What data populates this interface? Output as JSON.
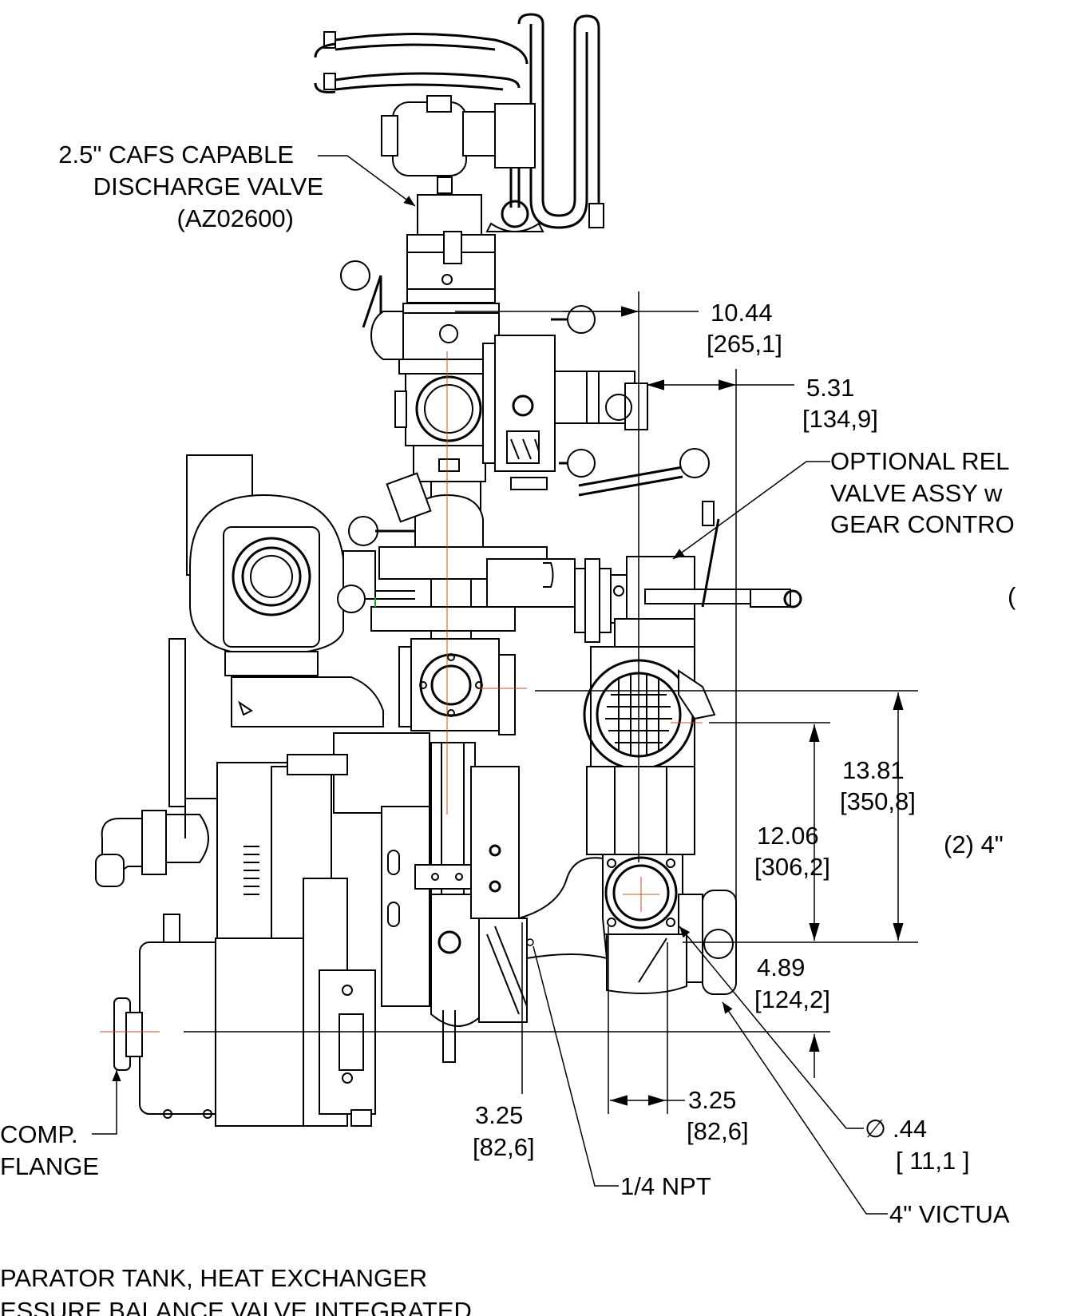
{
  "callouts": {
    "discharge_valve": [
      "2.5\" CAFS CAPABLE",
      "DISCHARGE VALVE",
      "(AZ02600)"
    ],
    "relief_valve": [
      "OPTIONAL REL",
      "VALVE ASSY w",
      "GEAR CONTRO"
    ],
    "paren_fragment": "(",
    "victaulic_fragment": "(2) 4\"",
    "comp_flange": [
      "COMP.",
      "FLANGE"
    ],
    "npt": "1/4 NPT",
    "victualic": "4\" VICTUA",
    "hole_diameter_symbol": "∅",
    "hole_diameter": [
      ".44",
      "[ 11,1  ]"
    ]
  },
  "dimensions": {
    "d1": [
      "10.44",
      "[265,1]"
    ],
    "d2": [
      "5.31",
      "[134,9]"
    ],
    "d3": [
      "13.81",
      "[350,8]"
    ],
    "d4": [
      "12.06",
      "[306,2]"
    ],
    "d5": [
      "4.89",
      "[124,2]"
    ],
    "d6": [
      "3.25",
      "[82,6]"
    ],
    "d7": [
      "3.25",
      "[82,6]"
    ]
  },
  "notes": [
    "PARATOR TANK, HEAT EXCHANGER",
    "ESSURE BALANCE VALVE INTEGRATED"
  ],
  "colors": {
    "line": "#000000",
    "centerline": "#c0502a",
    "highlight": "#1fa02a"
  }
}
